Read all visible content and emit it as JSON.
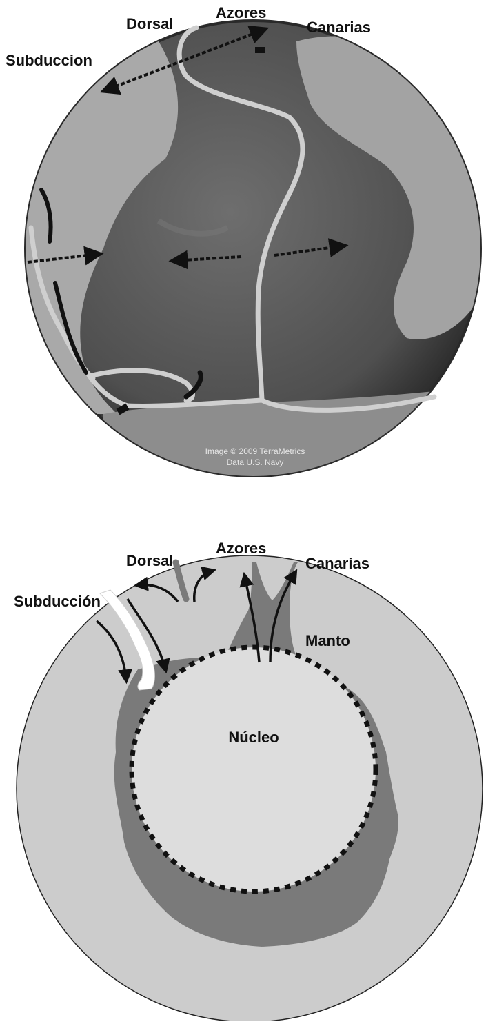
{
  "top_globe": {
    "labels": {
      "subduction": "Subduccion",
      "ridge": "Dorsal",
      "azores": "Azores",
      "canarias": "Canarias"
    },
    "credit": {
      "line1": "Image © 2009 TerraMetrics",
      "line2": "Data U.S. Navy"
    },
    "colors": {
      "ocean": "#5a5a5a",
      "land": "#a8a8a8",
      "ridge_line": "#cfcfcf",
      "subduction_line": "#111111"
    }
  },
  "bottom_section": {
    "labels": {
      "subduction": "Subducción",
      "ridge": "Dorsal",
      "azores": "Azores",
      "canarias": "Canarias",
      "mantle": "Manto",
      "core": "Núcleo"
    },
    "colors": {
      "mantle": "#cccccc",
      "plume": "#7a7a7a",
      "core": "#dddddd",
      "slab": "#ffffff",
      "arrows": "#111111"
    }
  }
}
